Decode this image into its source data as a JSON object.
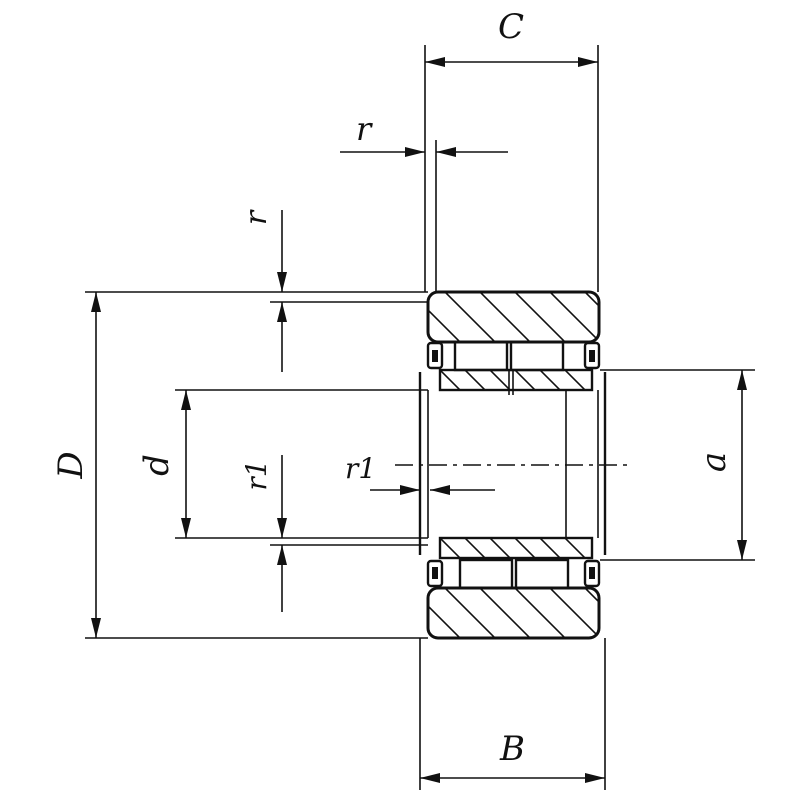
{
  "dimension_labels": {
    "C": "C",
    "B": "B",
    "D": "D",
    "d": "d",
    "a": "a",
    "r_top": "r",
    "r_left": "r",
    "r1_mid": "r1",
    "r1_left": "r1"
  },
  "colors": {
    "line": "#111111",
    "background": "#ffffff"
  }
}
